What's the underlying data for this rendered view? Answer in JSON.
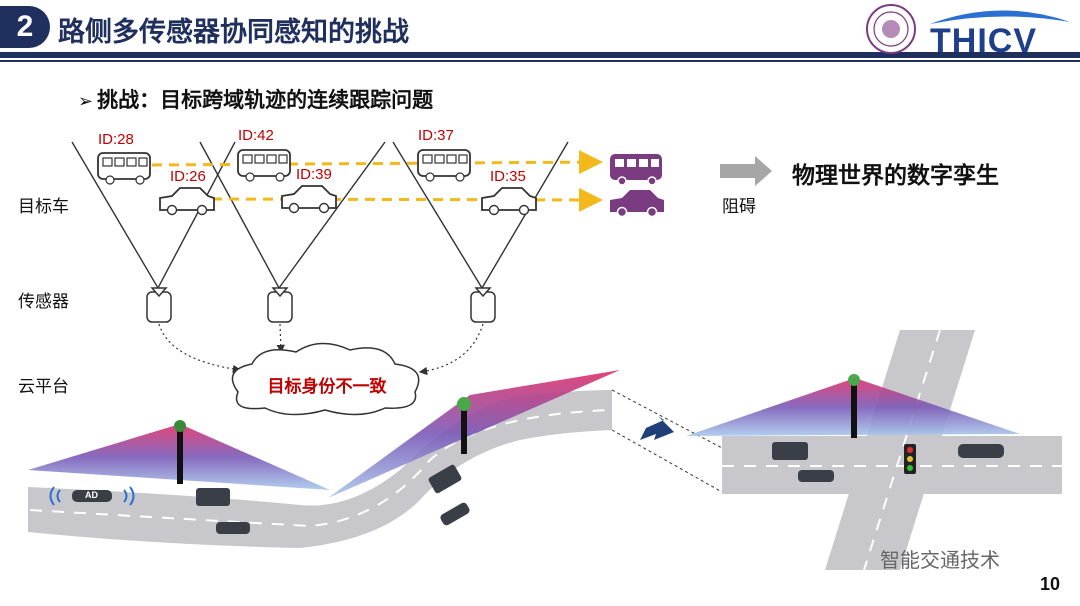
{
  "header": {
    "section_number": "2",
    "title": "路侧多传感器协同感知的挑战",
    "logo_text": "THICV"
  },
  "challenge": {
    "bullet": "➢",
    "text": "挑战：目标跨域轨迹的连续跟踪问题"
  },
  "row_labels": {
    "targets": "目标车",
    "sensors": "传感器",
    "cloud": "云平台"
  },
  "ids": {
    "bus1": "ID:28",
    "car1": "ID:26",
    "bus2": "ID:42",
    "car2": "ID:39",
    "bus3": "ID:37",
    "car3": "ID:35"
  },
  "cloud_text": "目标身份不一致",
  "right_panel": {
    "twin": "物理世界的数字孪生",
    "obstacle": "阻碍"
  },
  "scene": {
    "ad_badge": "AD"
  },
  "watermark": "智能交通技术",
  "page_number": "10",
  "colors": {
    "navy": "#1f2f5e",
    "red": "#c00000",
    "dash": "#f2b81c",
    "purple": "#7a3b80"
  }
}
